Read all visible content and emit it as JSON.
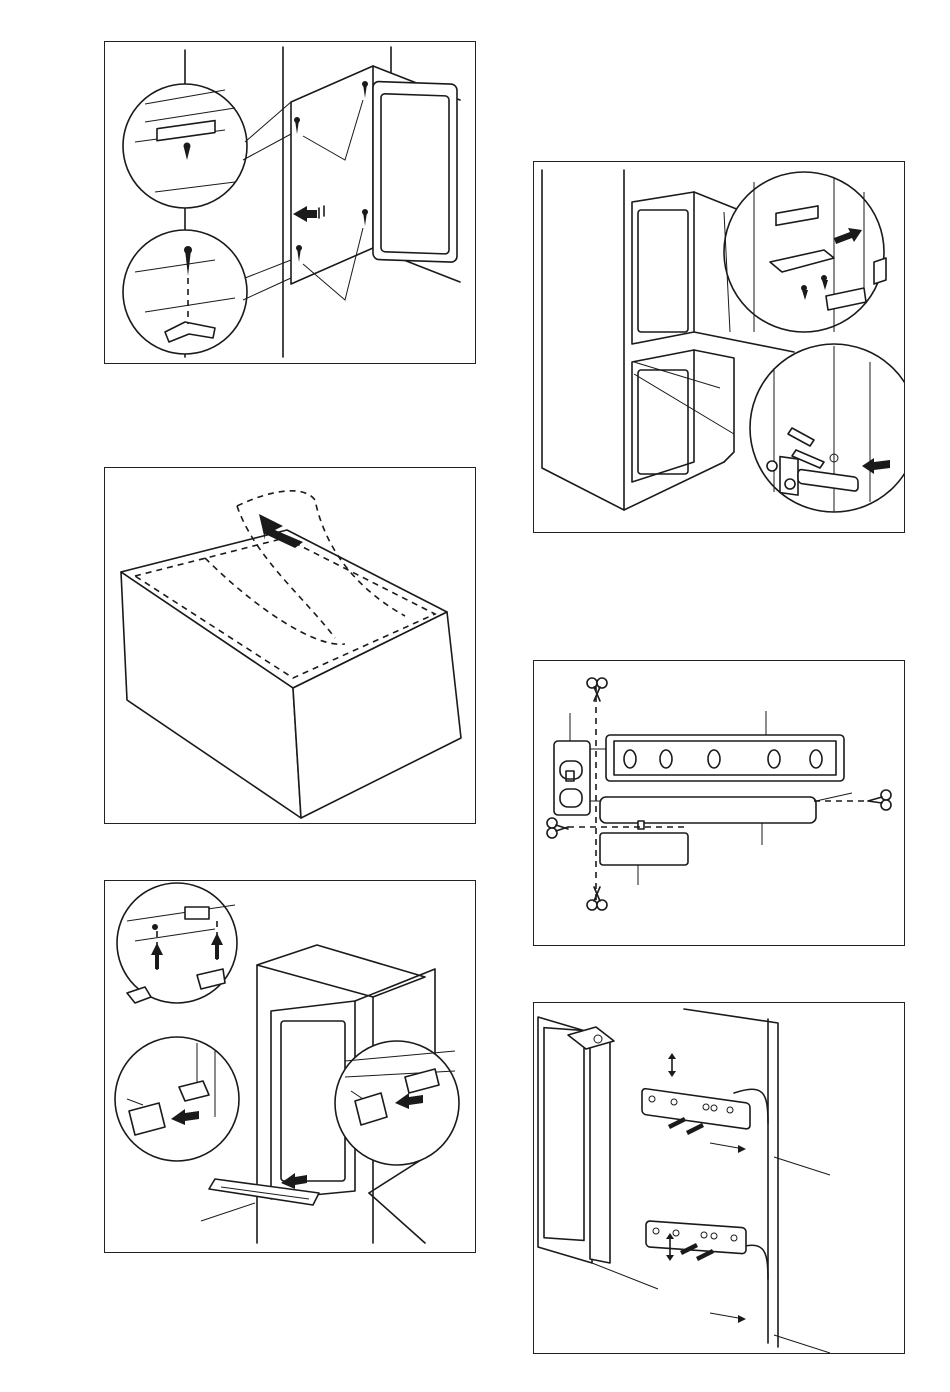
{
  "page": {
    "background": "#ffffff",
    "line_color": "#1a1a1a"
  },
  "figures": [
    {
      "id": "fig-door-screws",
      "icons": [
        "screw-icon",
        "hinge-bracket-icon",
        "arrow-icon"
      ]
    },
    {
      "id": "fig-carton-open",
      "icons": [
        "carton-icon",
        "arrow-icon"
      ]
    },
    {
      "id": "fig-door-brackets",
      "icons": [
        "bracket-icon",
        "screw-icon",
        "arrow-icon"
      ]
    },
    {
      "id": "fig-cut-plate",
      "icons": [
        "scissors-icon",
        "plate-icon"
      ]
    },
    {
      "id": "fig-cover-caps",
      "icons": [
        "cover-cap-icon",
        "arrow-icon",
        "strip-icon"
      ]
    },
    {
      "id": "fig-mount-plates",
      "icons": [
        "mounting-plate-icon",
        "screw-icon",
        "measure-arrow-icon"
      ]
    }
  ]
}
